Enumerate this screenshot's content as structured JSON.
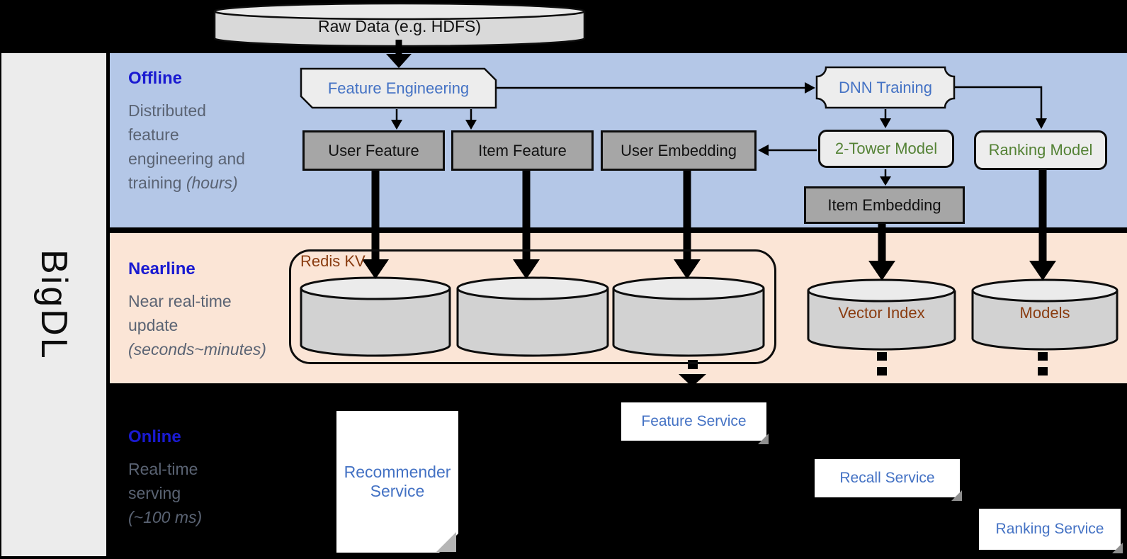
{
  "product": {
    "name": "BigDL"
  },
  "raw_data": {
    "label": "Raw Data (e.g. HDFS)"
  },
  "sections": {
    "offline": {
      "title": "Offline",
      "lines": [
        "Distributed",
        "feature",
        "engineering and"
      ],
      "tail": "training ",
      "tail_italic": "(hours)"
    },
    "nearline": {
      "title": "Nearline",
      "lines": [
        "Near real-time",
        "update"
      ],
      "tail_italic": "(seconds~minutes)"
    },
    "online": {
      "title": "Online",
      "lines": [
        "Real-time",
        "serving"
      ],
      "tail_italic": "(~100 ms)"
    }
  },
  "offline": {
    "feature_engineering": "Feature Engineering",
    "user_feature": "User Feature",
    "item_feature": "Item Feature",
    "user_embedding": "User Embedding",
    "dnn_training": "DNN Training",
    "two_tower_model": "2-Tower Model",
    "ranking_model": "Ranking Model",
    "item_embedding": "Item Embedding"
  },
  "nearline": {
    "redis_kv": "Redis KV",
    "vector_index": "Vector Index",
    "models": "Models"
  },
  "online": {
    "recommender_service": "Recommender Service",
    "feature_service": "Feature Service",
    "recall_service": "Recall Service",
    "ranking_service": "Ranking Service"
  },
  "colors": {
    "background": "#000000",
    "offline_band": "#b4c7e7",
    "nearline_band": "#fbe5d6",
    "sidebar": "#ececec",
    "dark_box": "#a6a6a6",
    "light_box": "#ededed",
    "cylinder_body": "#d2d2d2",
    "cylinder_top": "#ebebeb",
    "section_title_blue": "#1a1ad1",
    "section_subtitle_gray": "#5a6373",
    "label_blue": "#4472c4",
    "label_green": "#548235",
    "label_brown": "#8a3c10"
  }
}
